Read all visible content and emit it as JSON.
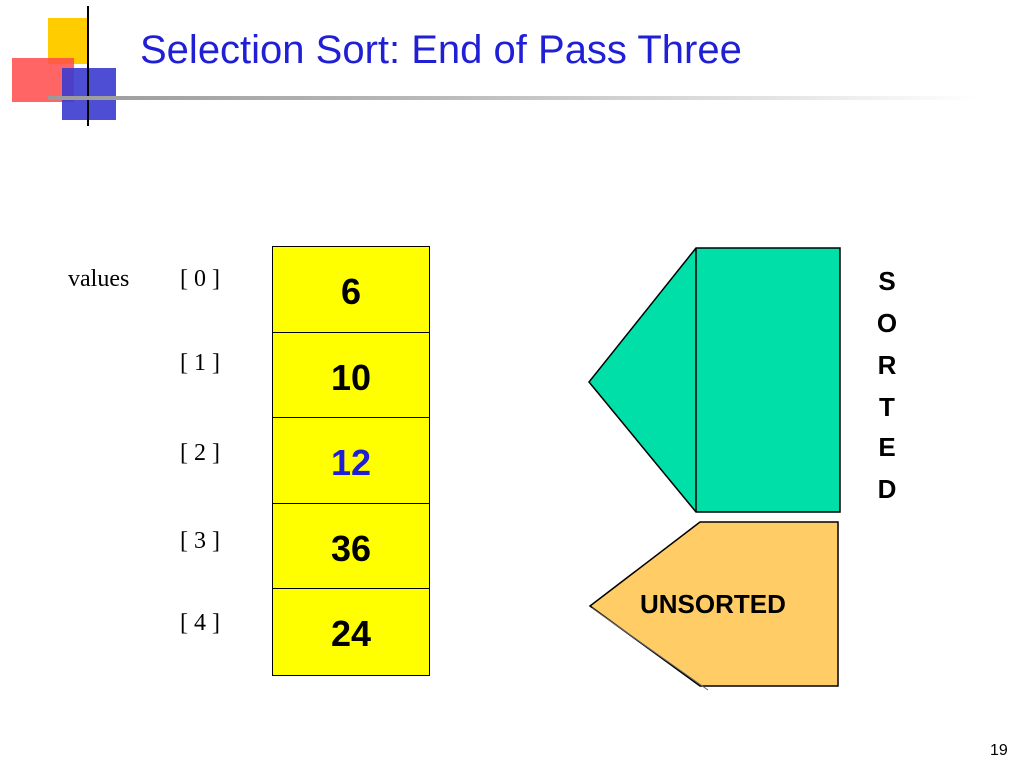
{
  "slide": {
    "title": "Selection Sort: End of Pass Three",
    "page_number": "19"
  },
  "array": {
    "name": "values",
    "indices": [
      "[ 0 ]",
      "[ 1 ]",
      "[ 2 ]",
      "[ 3 ]",
      "[ 4 ]"
    ],
    "values": [
      "6",
      "10",
      "12",
      "36",
      "24"
    ],
    "highlighted_index": 2,
    "cell_color": "#ffff00",
    "highlight_color": "#1f1fd6"
  },
  "regions": {
    "sorted": {
      "letters": [
        "S",
        "O",
        "R",
        "T",
        "E",
        "D"
      ],
      "color": "#00dfa7"
    },
    "unsorted": {
      "label": "UNSORTED",
      "color": "#ffcc66"
    }
  },
  "logo": {
    "colors": [
      "#ffcc00",
      "#ff4444",
      "#3333cc"
    ]
  }
}
